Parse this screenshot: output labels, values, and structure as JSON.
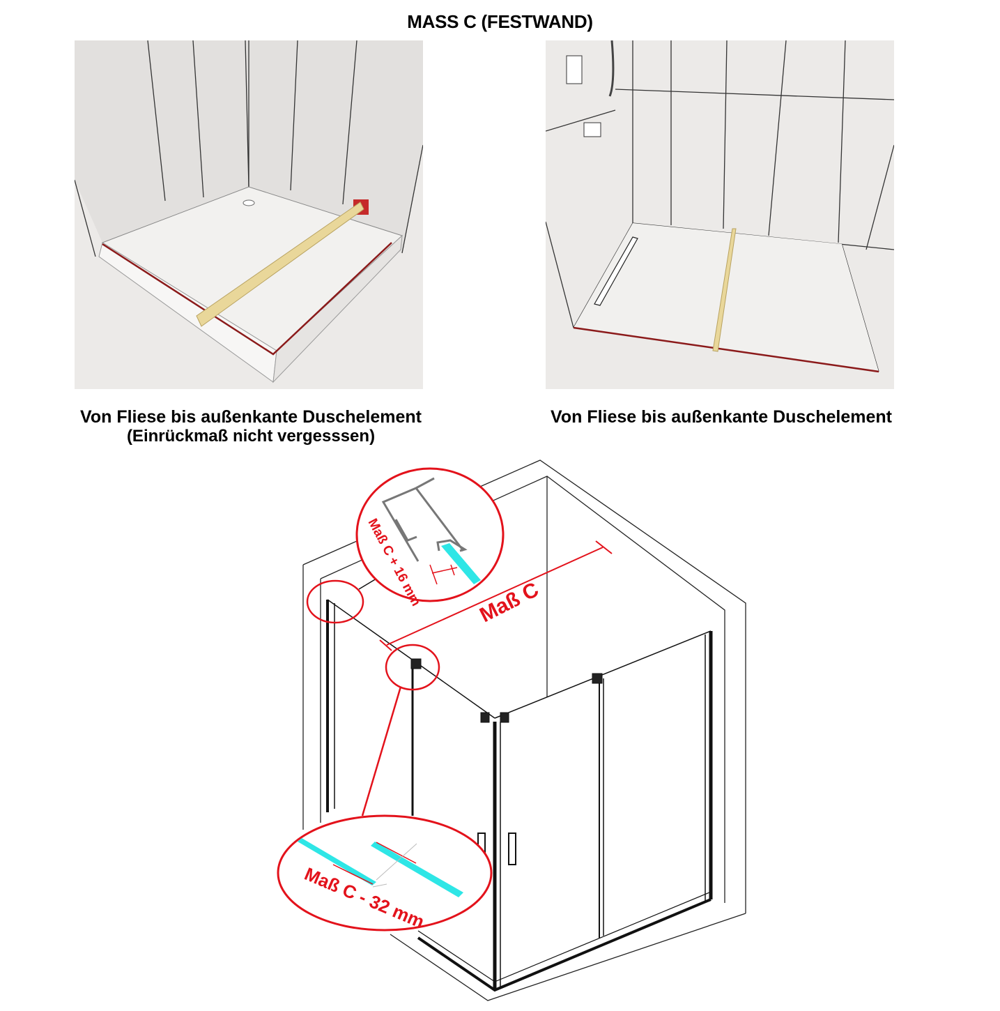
{
  "title": "MASS C (FESTWAND)",
  "captions": {
    "left_line1": "Von Fliese bis außenkante Duschelement",
    "left_line2": "(Einrückmaß nicht vergesssen)",
    "right_line1": "Von Fliese bis außenkante Duschelement"
  },
  "diagram": {
    "top_callout_label": "Maß C + 16 mm",
    "main_label": "Maß C",
    "bottom_callout_label": "Maß C - 32 mm"
  },
  "colors": {
    "accent_red": "#e3121b",
    "glass_cyan": "#2ee6e6",
    "measure_stick": "#e9d79a",
    "edge_red": "#8b1a1a"
  }
}
